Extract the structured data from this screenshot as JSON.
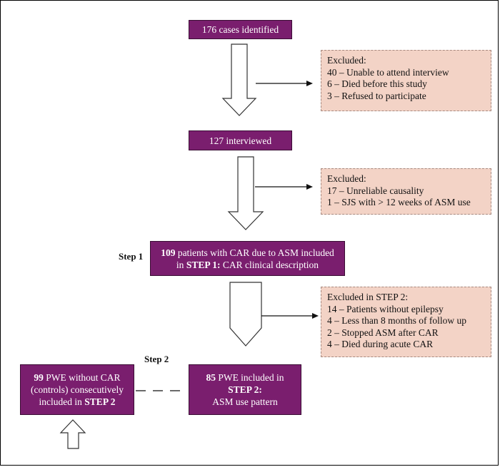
{
  "box1": {
    "text": "176 cases identified"
  },
  "excl1": {
    "title": "Excluded:",
    "items": [
      "40 – Unable to attend interview",
      "6 – Died before this study",
      "3 – Refused to participate"
    ]
  },
  "box2": {
    "text": "127 interviewed"
  },
  "excl2": {
    "title": "Excluded:",
    "items": [
      "17 – Unreliable causality",
      "1 – SJS with > 12 weeks of ASM use"
    ]
  },
  "step1": {
    "label": "Step 1",
    "bold_num": "109",
    "text1": " patients with CAR due to ASM included",
    "text2_prefix": "in ",
    "bold_step": "STEP 1:",
    "text2_suffix": " CAR clinical description"
  },
  "excl3": {
    "title": "Excluded in STEP 2:",
    "items": [
      "14 – Patients without epilepsy",
      "4 – Less than 8 months of follow up",
      "2 – Stopped ASM after CAR",
      "4 – Died during acute CAR"
    ]
  },
  "step2": {
    "label": "Step 2"
  },
  "controls": {
    "bold_num": "99",
    "line1": " PWE without CAR",
    "line2": "(controls) consecutively",
    "line3_prefix": "included in ",
    "bold_step": "STEP 2"
  },
  "included": {
    "bold_num": "85",
    "line1": " PWE included in",
    "bold_step": "STEP 2:",
    "line3": "ASM use pattern"
  },
  "colors": {
    "box_fill": "#7a1e6e",
    "excluded_fill": "#f3d3c6"
  }
}
